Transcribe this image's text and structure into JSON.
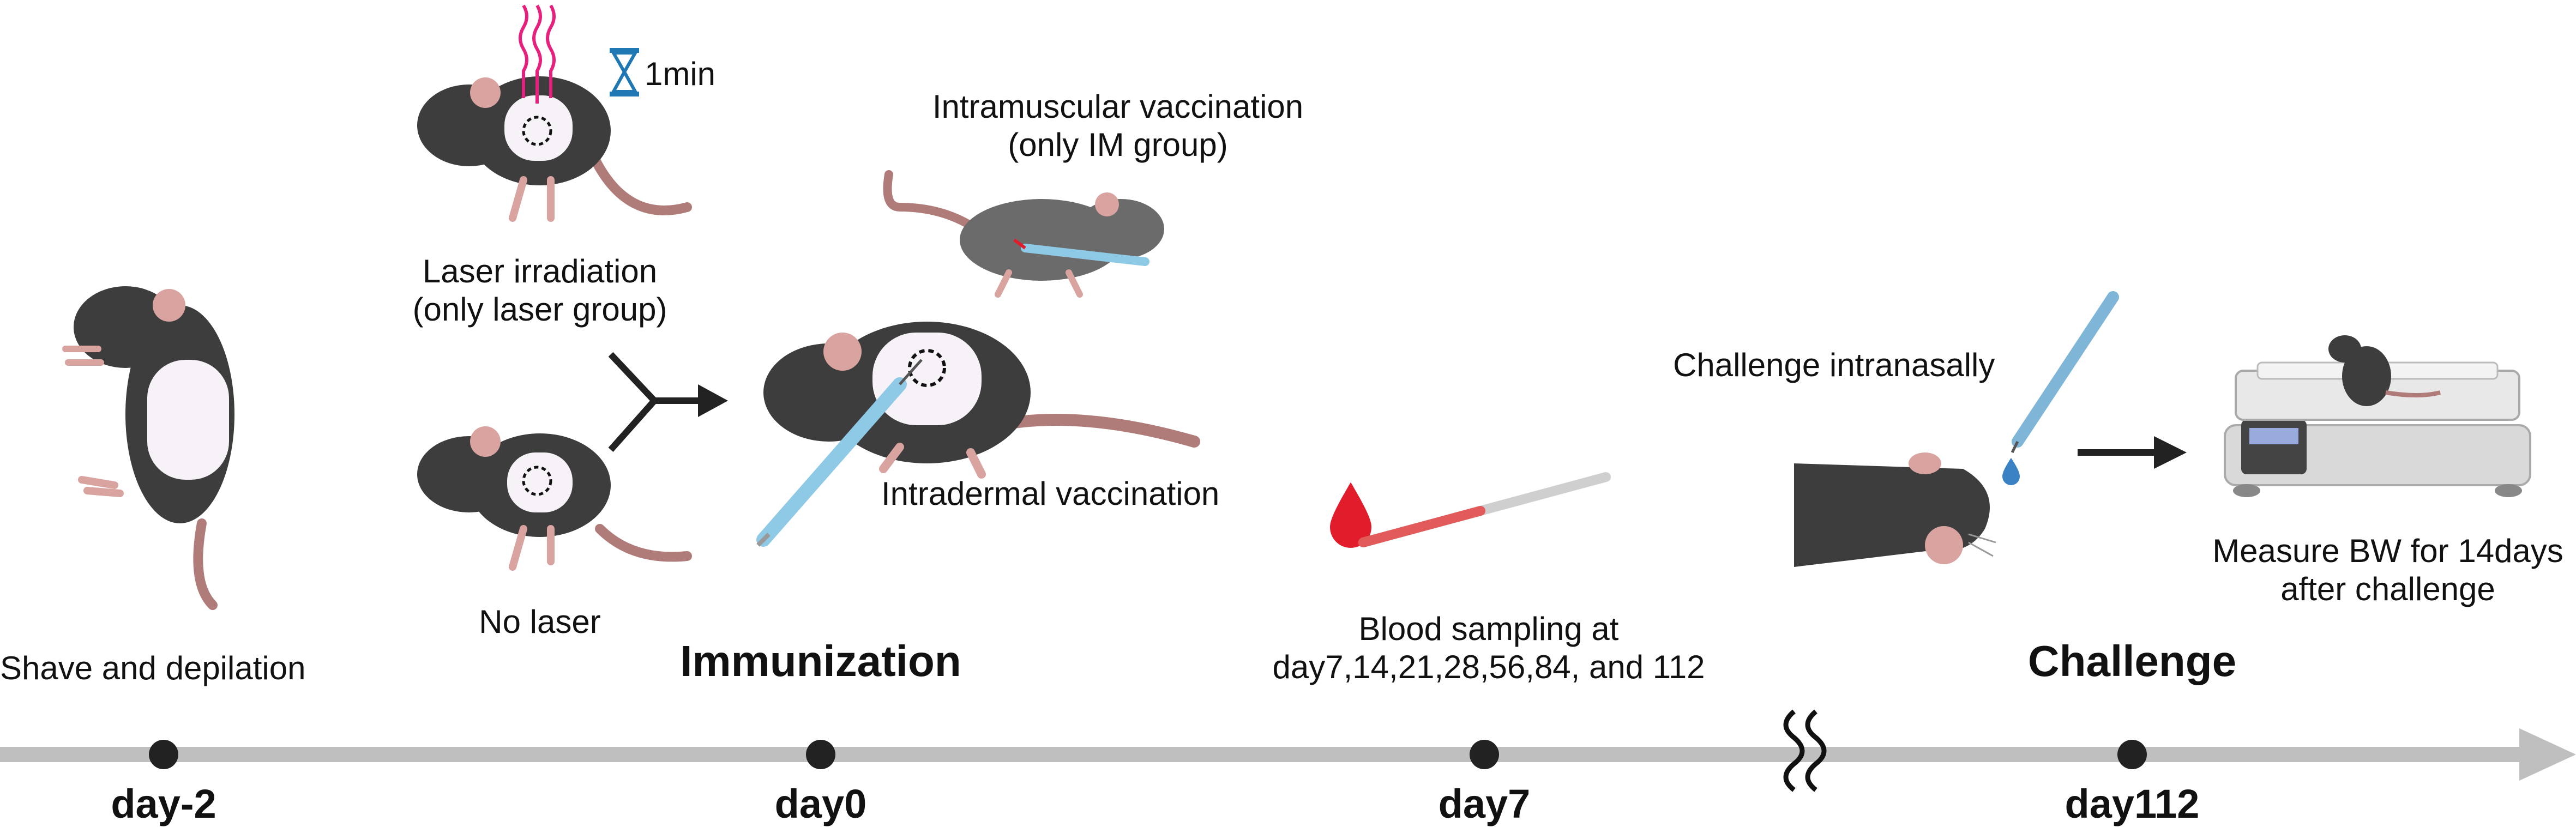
{
  "colors": {
    "timeline": "#bfbfbf",
    "dot": "#222222",
    "mouse_body": "#3d3d3d",
    "mouse_ear": "#d9a3a0",
    "shaved_patch": "#f7f2f8",
    "tail": "#b07c79",
    "laser": "#e8207d",
    "hourglass": "#1f77b4",
    "blood": "#e11d2b",
    "syringe": "#8ecae6",
    "pipette": "#7fb6d8"
  },
  "steps": {
    "shave": {
      "label": "Shave and depilation"
    },
    "laser": {
      "label_line1": "Laser irradiation",
      "label_line2": "(only laser group)",
      "duration": "1min"
    },
    "no_laser": {
      "label": "No laser"
    },
    "im": {
      "label_line1": "Intramuscular vaccination",
      "label_line2": "(only IM group)"
    },
    "id": {
      "label": "Intradermal vaccination"
    },
    "blood": {
      "label_line1": "Blood sampling at",
      "label_line2": "day7,14,21,28,56,84, and 112"
    },
    "challenge_in": {
      "label": "Challenge intranasally"
    },
    "measure": {
      "label_line1": "Measure BW for 14days",
      "label_line2": "after challenge"
    }
  },
  "phases": {
    "immunization": "Immunization",
    "challenge": "Challenge"
  },
  "timeline": {
    "ticks": [
      "day-2",
      "day0",
      "day7",
      "day112"
    ]
  }
}
